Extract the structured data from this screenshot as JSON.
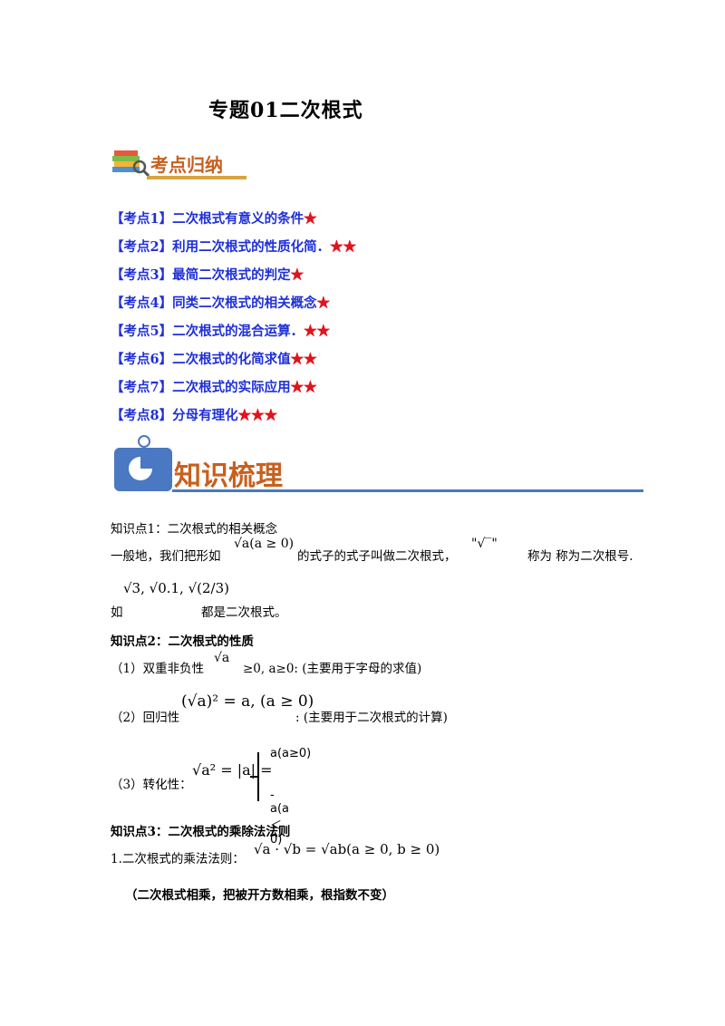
{
  "title": "专题01二次根式",
  "section1": {
    "label": "考点归纳"
  },
  "points": [
    {
      "tag": "【考点1】",
      "text": "二次根式有意义的条件",
      "stars": "★"
    },
    {
      "tag": "【考点2】",
      "text": "利用二次根式的性质化简．",
      "stars": "★★"
    },
    {
      "tag": "【考点3】",
      "text": "最简二次根式的判定",
      "stars": "★"
    },
    {
      "tag": "【考点4】",
      "text": "同类二次根式的相关概念",
      "stars": "★"
    },
    {
      "tag": "【考点5】",
      "text": "二次根式的混合运算．",
      "stars": "★★"
    },
    {
      "tag": "【考点6】",
      "text": "二次根式的化简求值",
      "stars": "★★"
    },
    {
      "tag": "【考点7】",
      "text": "二次根式的实际应用",
      "stars": "★★"
    },
    {
      "tag": "【考点8】",
      "text": "分母有理化",
      "stars": "★★★"
    }
  ],
  "section2": {
    "label": "知识梳理"
  },
  "k1": {
    "heading": "知识点1：二次根式的相关概念",
    "line1_a": "一般地，我们把形如",
    "line1_math": "√a(a ≥ 0)",
    "line1_b": "的式子的式子叫做二次根式，",
    "line1_symbol": "\"√‾\"",
    "line1_c": "称为  称为二次根号.",
    "examples_math": "√3, √0.1, √(2/3)",
    "line2_a": "如",
    "line2_b": "都是二次根式。"
  },
  "k2": {
    "heading": "知识点2：二次根式的性质",
    "p1_a": "（1）双重非负性",
    "p1_math": "√a",
    "p1_b": "≥0,  a≥0: (主要用于字母的求值)",
    "p2_a": "（2）回归性",
    "p2_math": "(√a)² = a, (a ≥ 0)",
    "p2_b": ": (主要用于二次根式的计算)",
    "p3_a": "（3）转化性：",
    "p3_math": "√a² = |a| =",
    "p3_case1": "a(a≥0)",
    "p3_case2": "-a(a＜0)"
  },
  "k3": {
    "heading": "知识点3：二次根式的乘除法法则",
    "rule_a": "1.二次根式的乘法法则：",
    "rule_math": "√a · √b = √ab(a ≥ 0, b ≥ 0)",
    "note": "（二次根式相乘，把被开方数相乘，根指数不变）"
  }
}
